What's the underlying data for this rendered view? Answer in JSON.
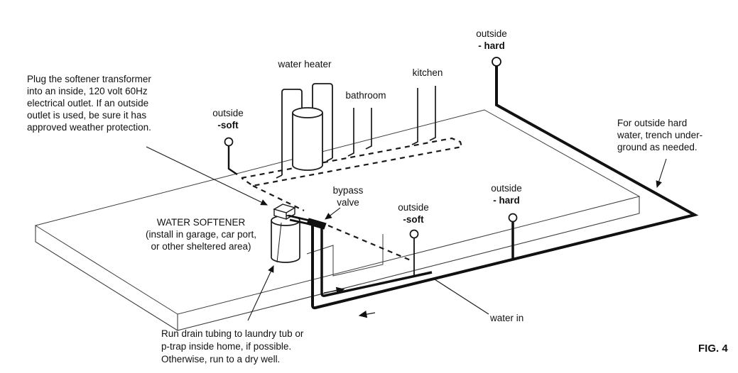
{
  "figure": {
    "caption": "FIG. 4"
  },
  "notes": {
    "transformer": {
      "lines": [
        "Plug the softener transformer",
        "into an inside, 120 volt 60Hz",
        "electrical outlet. If an outside",
        "outlet is used, be sure it has",
        "approved weather protection."
      ]
    },
    "trench": {
      "lines": [
        "For outside hard",
        "water, trench under-",
        "ground as needed."
      ]
    },
    "drain": {
      "lines": [
        "Run drain tubing to laundry tub or",
        "p-trap inside home, if possible.",
        "Otherwise, run to a dry well."
      ]
    }
  },
  "labels": {
    "water_heater": "water heater",
    "bathroom": "bathroom",
    "kitchen": "kitchen",
    "bypass_line1": "bypass",
    "bypass_line2": "valve",
    "water_in": "water in",
    "softener_line1": "WATER SOFTENER",
    "softener_line2": "(install in garage, car port,",
    "softener_line3": "or other sheltered area)"
  },
  "connections": {
    "outside_top_hard": {
      "word": "outside",
      "type": "- hard"
    },
    "outside_left_soft": {
      "word": "outside",
      "type": "-soft"
    },
    "outside_mid_soft": {
      "word": "outside",
      "type": "-soft"
    },
    "outside_mid_hard": {
      "word": "outside",
      "type": "- hard"
    }
  },
  "colors": {
    "line": "#1a1a1a",
    "background": "#ffffff"
  }
}
